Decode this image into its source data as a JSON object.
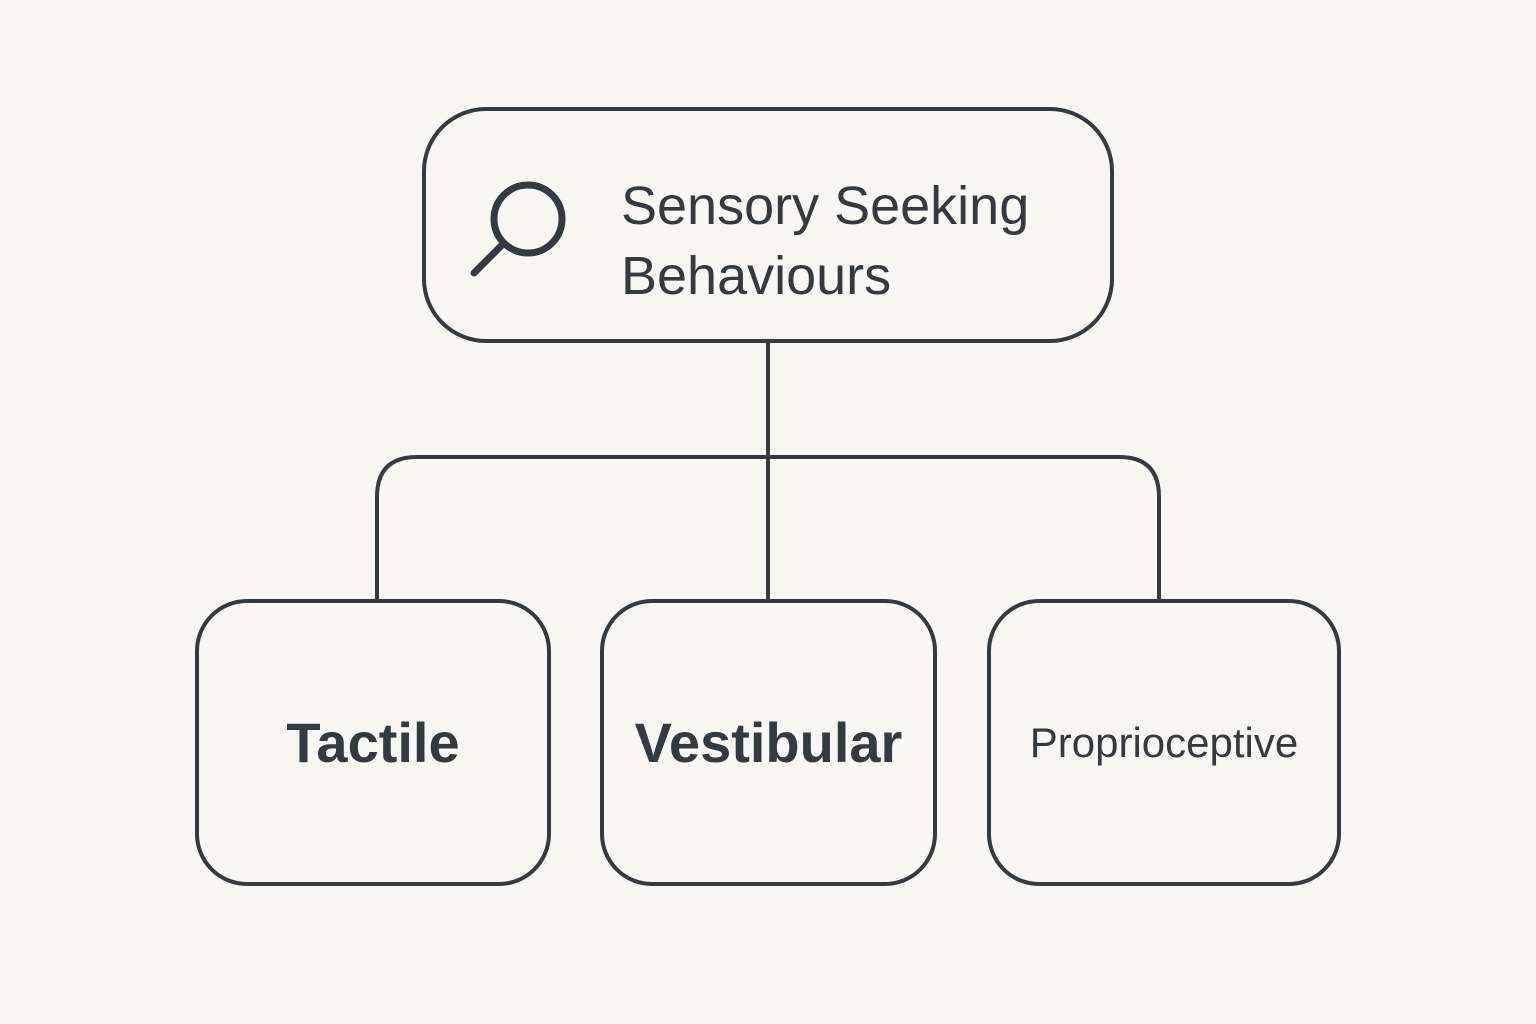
{
  "root": {
    "icon": "search-icon",
    "line1": "Sensory Seeking",
    "line2": "Behaviours"
  },
  "children": [
    {
      "label": "Tactile"
    },
    {
      "label": "Vestibular"
    },
    {
      "label": "Proprioceptive"
    }
  ],
  "colors": {
    "stroke": "#343a40",
    "background": "#f9f7f3"
  }
}
